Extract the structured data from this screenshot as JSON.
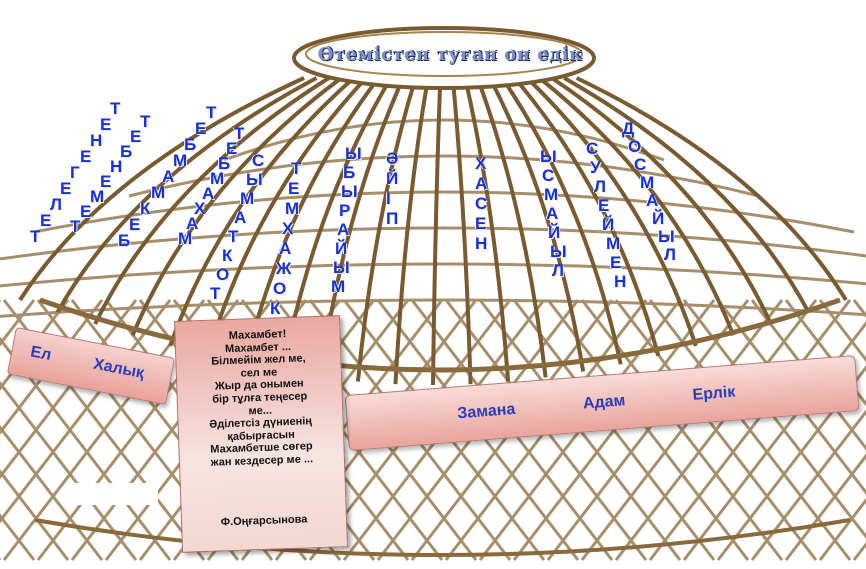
{
  "title": "Өтемістен туған он едік",
  "sons": [
    {
      "name": "ТЕЛЕГЕНЕТ"
    },
    {
      "name": "ТЕМЕНБЕТ"
    },
    {
      "name": "БЕКМАМБЕТ"
    },
    {
      "name": "МАХАМБЕТ"
    },
    {
      "name": "ТОКТАМЫС"
    },
    {
      "name": "КОЖАХМЕТ"
    },
    {
      "name": "ЫБЫРАЙЫМ"
    },
    {
      "name": "ӘЙІП"
    },
    {
      "name": "ХАСЕН"
    },
    {
      "name": "ЫСМАЙЫЛ"
    },
    {
      "name": "СУЛЕЙМЕН"
    },
    {
      "name": "ДОСМАЙЫЛ"
    }
  ],
  "poem": {
    "text": "Махамбет!\nМахамбет ...\nБілмейім жел ме,\nсел ме\nЖыр да онымен\nбір тұлға теңесер\nме...\nӘділетсіз дүниенің\nқабырғасын\nМахамбетше сөгер\nжан кездесер ме ...",
    "author": "Ф.Оңғарсынова"
  },
  "banner_left": {
    "words": [
      "Ел",
      "Халық"
    ]
  },
  "banner_right": {
    "words": [
      "Замана",
      "Адам",
      "Ерлік"
    ]
  },
  "colors": {
    "names": "#1a2fd6",
    "title": "#7f8fc4",
    "banner": "#e9a49d",
    "frame": "#8a6a3c"
  }
}
